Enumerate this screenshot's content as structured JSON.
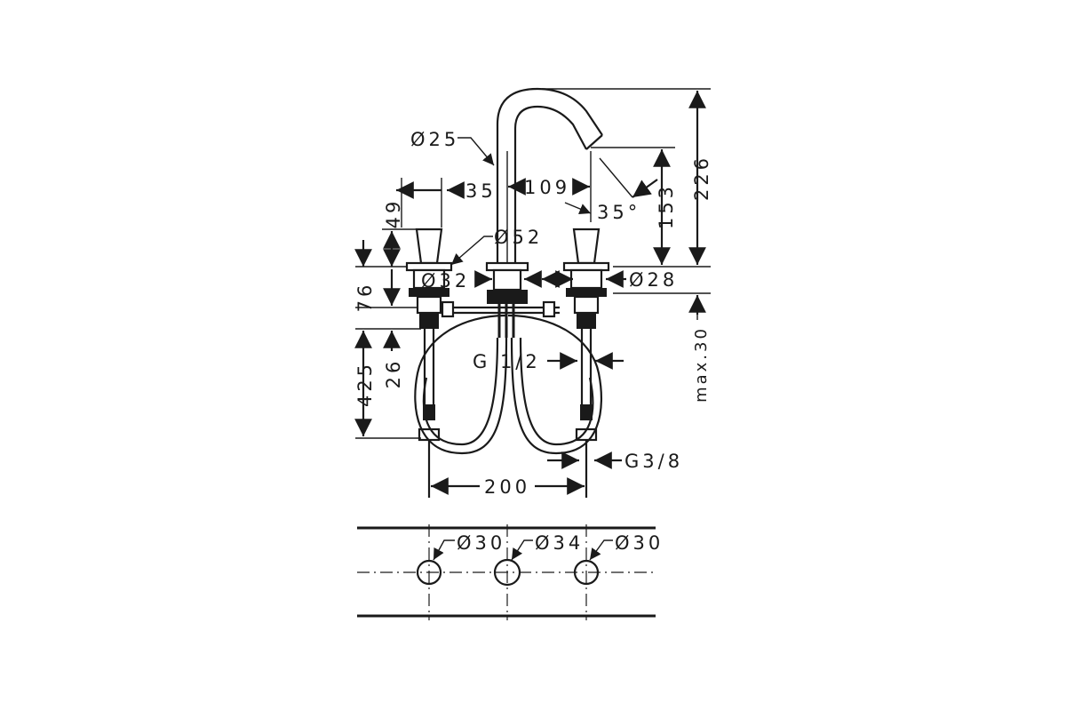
{
  "dimensions": {
    "spout_diameter": "Ø25",
    "offset_35": "35",
    "reach_109": "109",
    "angle_35": "35°",
    "height_153": "153",
    "height_226": "226",
    "handle_49": "49",
    "base_52": "Ø52",
    "base_32": "Ø32",
    "base_28": "Ø28",
    "height_76": "76",
    "max_30": "max.30",
    "hose_425": "425",
    "hose_26": "26",
    "thread_g12": "G 1/2",
    "thread_g38": "G3/8",
    "spacing_200": "200"
  },
  "holes": {
    "left": "Ø30",
    "center": "Ø34",
    "right": "Ø30"
  }
}
